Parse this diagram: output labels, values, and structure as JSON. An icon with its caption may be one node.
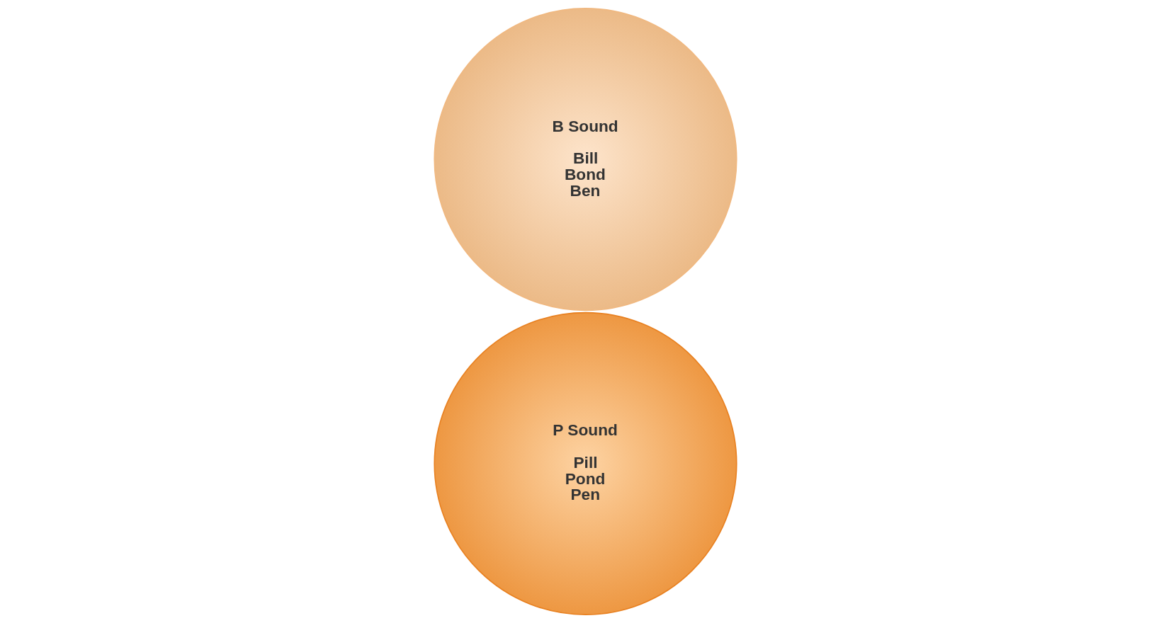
{
  "diagram": {
    "nodes": [
      {
        "text": [
          "B Sound",
          "Bill",
          "Bond",
          "Ben"
        ]
      },
      {
        "text": [
          "P Sound",
          "Pill",
          "Pond",
          "Pen"
        ]
      }
    ]
  }
}
